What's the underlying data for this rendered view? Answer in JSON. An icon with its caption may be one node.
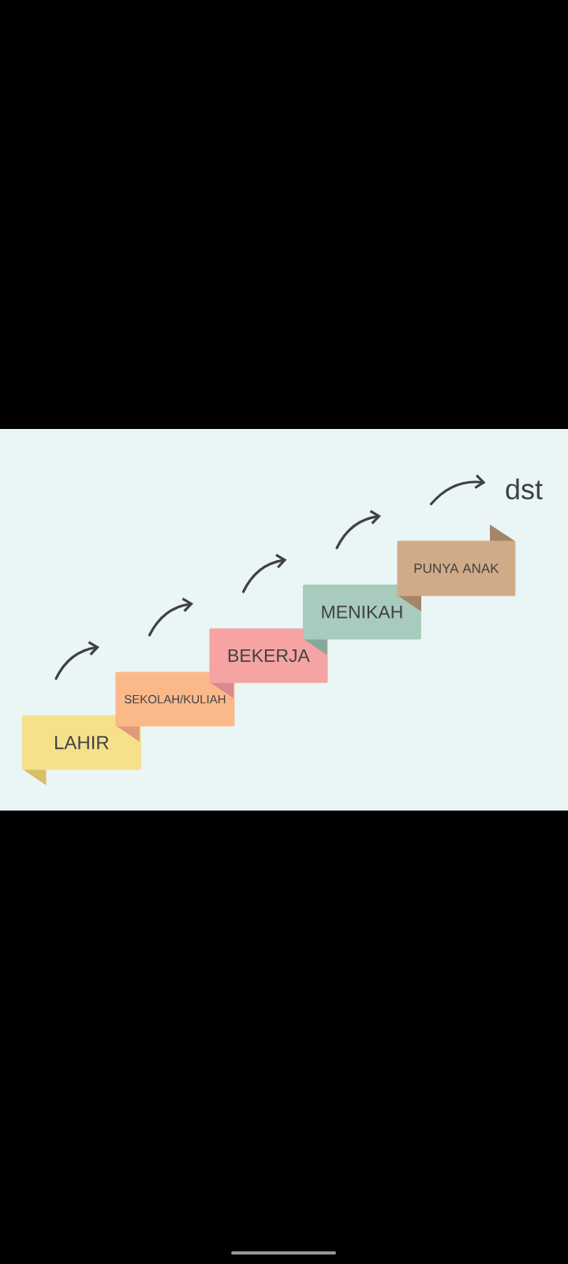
{
  "diagram": {
    "nodes": [
      {
        "text": [
          "LAHIR"
        ]
      },
      {
        "text": [
          "SEKOLAH/KULIAH"
        ]
      },
      {
        "text": [
          "BEKERJA"
        ]
      },
      {
        "text": [
          "MENIKAH"
        ]
      },
      {
        "text": [
          "PUNYA ANAK"
        ]
      },
      {
        "text": [
          "dst"
        ]
      }
    ],
    "edges": [
      {
        "from": 0,
        "to": 1,
        "arrow": "to"
      },
      {
        "from": 1,
        "to": 2,
        "arrow": "to"
      },
      {
        "from": 2,
        "to": 3,
        "arrow": "to"
      },
      {
        "from": 3,
        "to": 4,
        "arrow": "to"
      },
      {
        "from": 4,
        "to": 5,
        "arrow": "to"
      }
    ]
  }
}
